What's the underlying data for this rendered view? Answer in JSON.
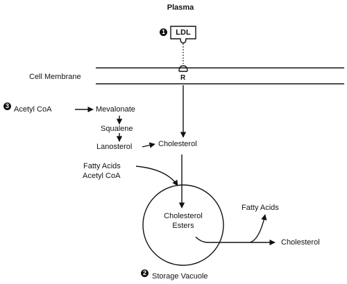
{
  "diagram": {
    "plasma": "Plasma",
    "ldl": "LDL",
    "receptor": "R",
    "cell_membrane": "Cell Membrane",
    "steps": {
      "one": "1",
      "two": "2",
      "three": "3"
    },
    "acetyl_coa": "Acetyl CoA",
    "mevalonate": "Mevalonate",
    "squalene": "Squalene",
    "lanosterol": "Lanosterol",
    "cholesterol": "Cholesterol",
    "fatty_acids_in": "Fatty Acids",
    "acetyl_coa_in": "Acetyl CoA",
    "cholesterol_esters_line1": "Cholesterol",
    "cholesterol_esters_line2": "Esters",
    "fatty_acids_out": "Fatty Acids",
    "cholesterol_out": "Cholesterol",
    "storage_vacuole": "Storage Vacuole"
  }
}
